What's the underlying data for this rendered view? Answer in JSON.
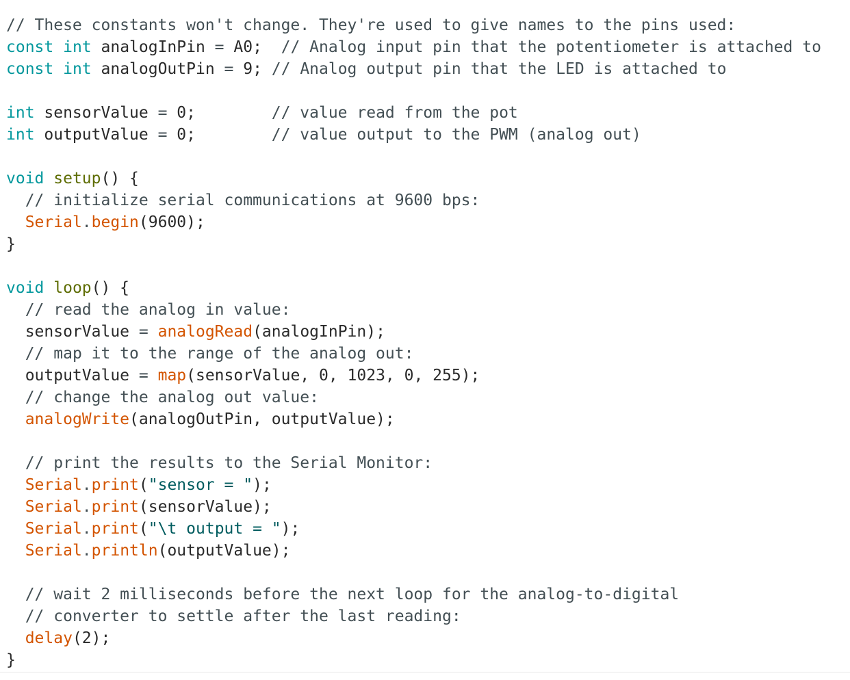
{
  "colors": {
    "keyword": "#00979c",
    "function_def": "#5e6d03",
    "library": "#d35400",
    "string": "#005c5f",
    "comment": "#434f54",
    "text": "#2a2a2a",
    "background": "#ffffff"
  },
  "code_lines": [
    [
      {
        "t": "// These constants won't change. They're used to give names to the pins used:",
        "c": "com"
      }
    ],
    [
      {
        "t": "const",
        "c": "kw"
      },
      {
        "t": " ",
        "c": "txt"
      },
      {
        "t": "int",
        "c": "kw"
      },
      {
        "t": " analogInPin ",
        "c": "txt"
      },
      {
        "t": "=",
        "c": "op"
      },
      {
        "t": " A0;  ",
        "c": "txt"
      },
      {
        "t": "// Analog input pin that the potentiometer is attached to",
        "c": "com"
      }
    ],
    [
      {
        "t": "const",
        "c": "kw"
      },
      {
        "t": " ",
        "c": "txt"
      },
      {
        "t": "int",
        "c": "kw"
      },
      {
        "t": " analogOutPin ",
        "c": "txt"
      },
      {
        "t": "=",
        "c": "op"
      },
      {
        "t": " 9; ",
        "c": "txt"
      },
      {
        "t": "// Analog output pin that the LED is attached to",
        "c": "com"
      }
    ],
    [],
    [
      {
        "t": "int",
        "c": "kw"
      },
      {
        "t": " sensorValue ",
        "c": "txt"
      },
      {
        "t": "=",
        "c": "op"
      },
      {
        "t": " 0;        ",
        "c": "txt"
      },
      {
        "t": "// value read from the pot",
        "c": "com"
      }
    ],
    [
      {
        "t": "int",
        "c": "kw"
      },
      {
        "t": " outputValue ",
        "c": "txt"
      },
      {
        "t": "=",
        "c": "op"
      },
      {
        "t": " 0;        ",
        "c": "txt"
      },
      {
        "t": "// value output to the PWM (analog out)",
        "c": "com"
      }
    ],
    [],
    [
      {
        "t": "void",
        "c": "kw"
      },
      {
        "t": " ",
        "c": "txt"
      },
      {
        "t": "setup",
        "c": "fn"
      },
      {
        "t": "() {",
        "c": "txt"
      }
    ],
    [
      {
        "t": "  ",
        "c": "txt"
      },
      {
        "t": "// initialize serial communications at 9600 bps:",
        "c": "com"
      }
    ],
    [
      {
        "t": "  ",
        "c": "txt"
      },
      {
        "t": "Serial",
        "c": "ser"
      },
      {
        "t": ".",
        "c": "dot"
      },
      {
        "t": "begin",
        "c": "meth"
      },
      {
        "t": "(9600);",
        "c": "txt"
      }
    ],
    [
      {
        "t": "}",
        "c": "txt"
      }
    ],
    [],
    [
      {
        "t": "void",
        "c": "kw"
      },
      {
        "t": " ",
        "c": "txt"
      },
      {
        "t": "loop",
        "c": "fn"
      },
      {
        "t": "() {",
        "c": "txt"
      }
    ],
    [
      {
        "t": "  ",
        "c": "txt"
      },
      {
        "t": "// read the analog in value:",
        "c": "com"
      }
    ],
    [
      {
        "t": "  sensorValue ",
        "c": "txt"
      },
      {
        "t": "=",
        "c": "op"
      },
      {
        "t": " ",
        "c": "txt"
      },
      {
        "t": "analogRead",
        "c": "meth"
      },
      {
        "t": "(analogInPin);",
        "c": "txt"
      }
    ],
    [
      {
        "t": "  ",
        "c": "txt"
      },
      {
        "t": "// map it to the range of the analog out:",
        "c": "com"
      }
    ],
    [
      {
        "t": "  outputValue ",
        "c": "txt"
      },
      {
        "t": "=",
        "c": "op"
      },
      {
        "t": " ",
        "c": "txt"
      },
      {
        "t": "map",
        "c": "meth"
      },
      {
        "t": "(sensorValue, 0, 1023, 0, 255);",
        "c": "txt"
      }
    ],
    [
      {
        "t": "  ",
        "c": "txt"
      },
      {
        "t": "// change the analog out value:",
        "c": "com"
      }
    ],
    [
      {
        "t": "  ",
        "c": "txt"
      },
      {
        "t": "analogWrite",
        "c": "meth"
      },
      {
        "t": "(analogOutPin, outputValue);",
        "c": "txt"
      }
    ],
    [],
    [
      {
        "t": "  ",
        "c": "txt"
      },
      {
        "t": "// print the results to the Serial Monitor:",
        "c": "com"
      }
    ],
    [
      {
        "t": "  ",
        "c": "txt"
      },
      {
        "t": "Serial",
        "c": "ser"
      },
      {
        "t": ".",
        "c": "dot"
      },
      {
        "t": "print",
        "c": "meth"
      },
      {
        "t": "(",
        "c": "txt"
      },
      {
        "t": "\"sensor = \"",
        "c": "str"
      },
      {
        "t": ");",
        "c": "txt"
      }
    ],
    [
      {
        "t": "  ",
        "c": "txt"
      },
      {
        "t": "Serial",
        "c": "ser"
      },
      {
        "t": ".",
        "c": "dot"
      },
      {
        "t": "print",
        "c": "meth"
      },
      {
        "t": "(sensorValue);",
        "c": "txt"
      }
    ],
    [
      {
        "t": "  ",
        "c": "txt"
      },
      {
        "t": "Serial",
        "c": "ser"
      },
      {
        "t": ".",
        "c": "dot"
      },
      {
        "t": "print",
        "c": "meth"
      },
      {
        "t": "(",
        "c": "txt"
      },
      {
        "t": "\"\\t output = \"",
        "c": "str"
      },
      {
        "t": ");",
        "c": "txt"
      }
    ],
    [
      {
        "t": "  ",
        "c": "txt"
      },
      {
        "t": "Serial",
        "c": "ser"
      },
      {
        "t": ".",
        "c": "dot"
      },
      {
        "t": "println",
        "c": "meth"
      },
      {
        "t": "(outputValue);",
        "c": "txt"
      }
    ],
    [],
    [
      {
        "t": "  ",
        "c": "txt"
      },
      {
        "t": "// wait 2 milliseconds before the next loop for the analog-to-digital",
        "c": "com"
      }
    ],
    [
      {
        "t": "  ",
        "c": "txt"
      },
      {
        "t": "// converter to settle after the last reading:",
        "c": "com"
      }
    ],
    [
      {
        "t": "  ",
        "c": "txt"
      },
      {
        "t": "delay",
        "c": "meth"
      },
      {
        "t": "(2);",
        "c": "txt"
      }
    ],
    [
      {
        "t": "}",
        "c": "txt"
      }
    ]
  ]
}
